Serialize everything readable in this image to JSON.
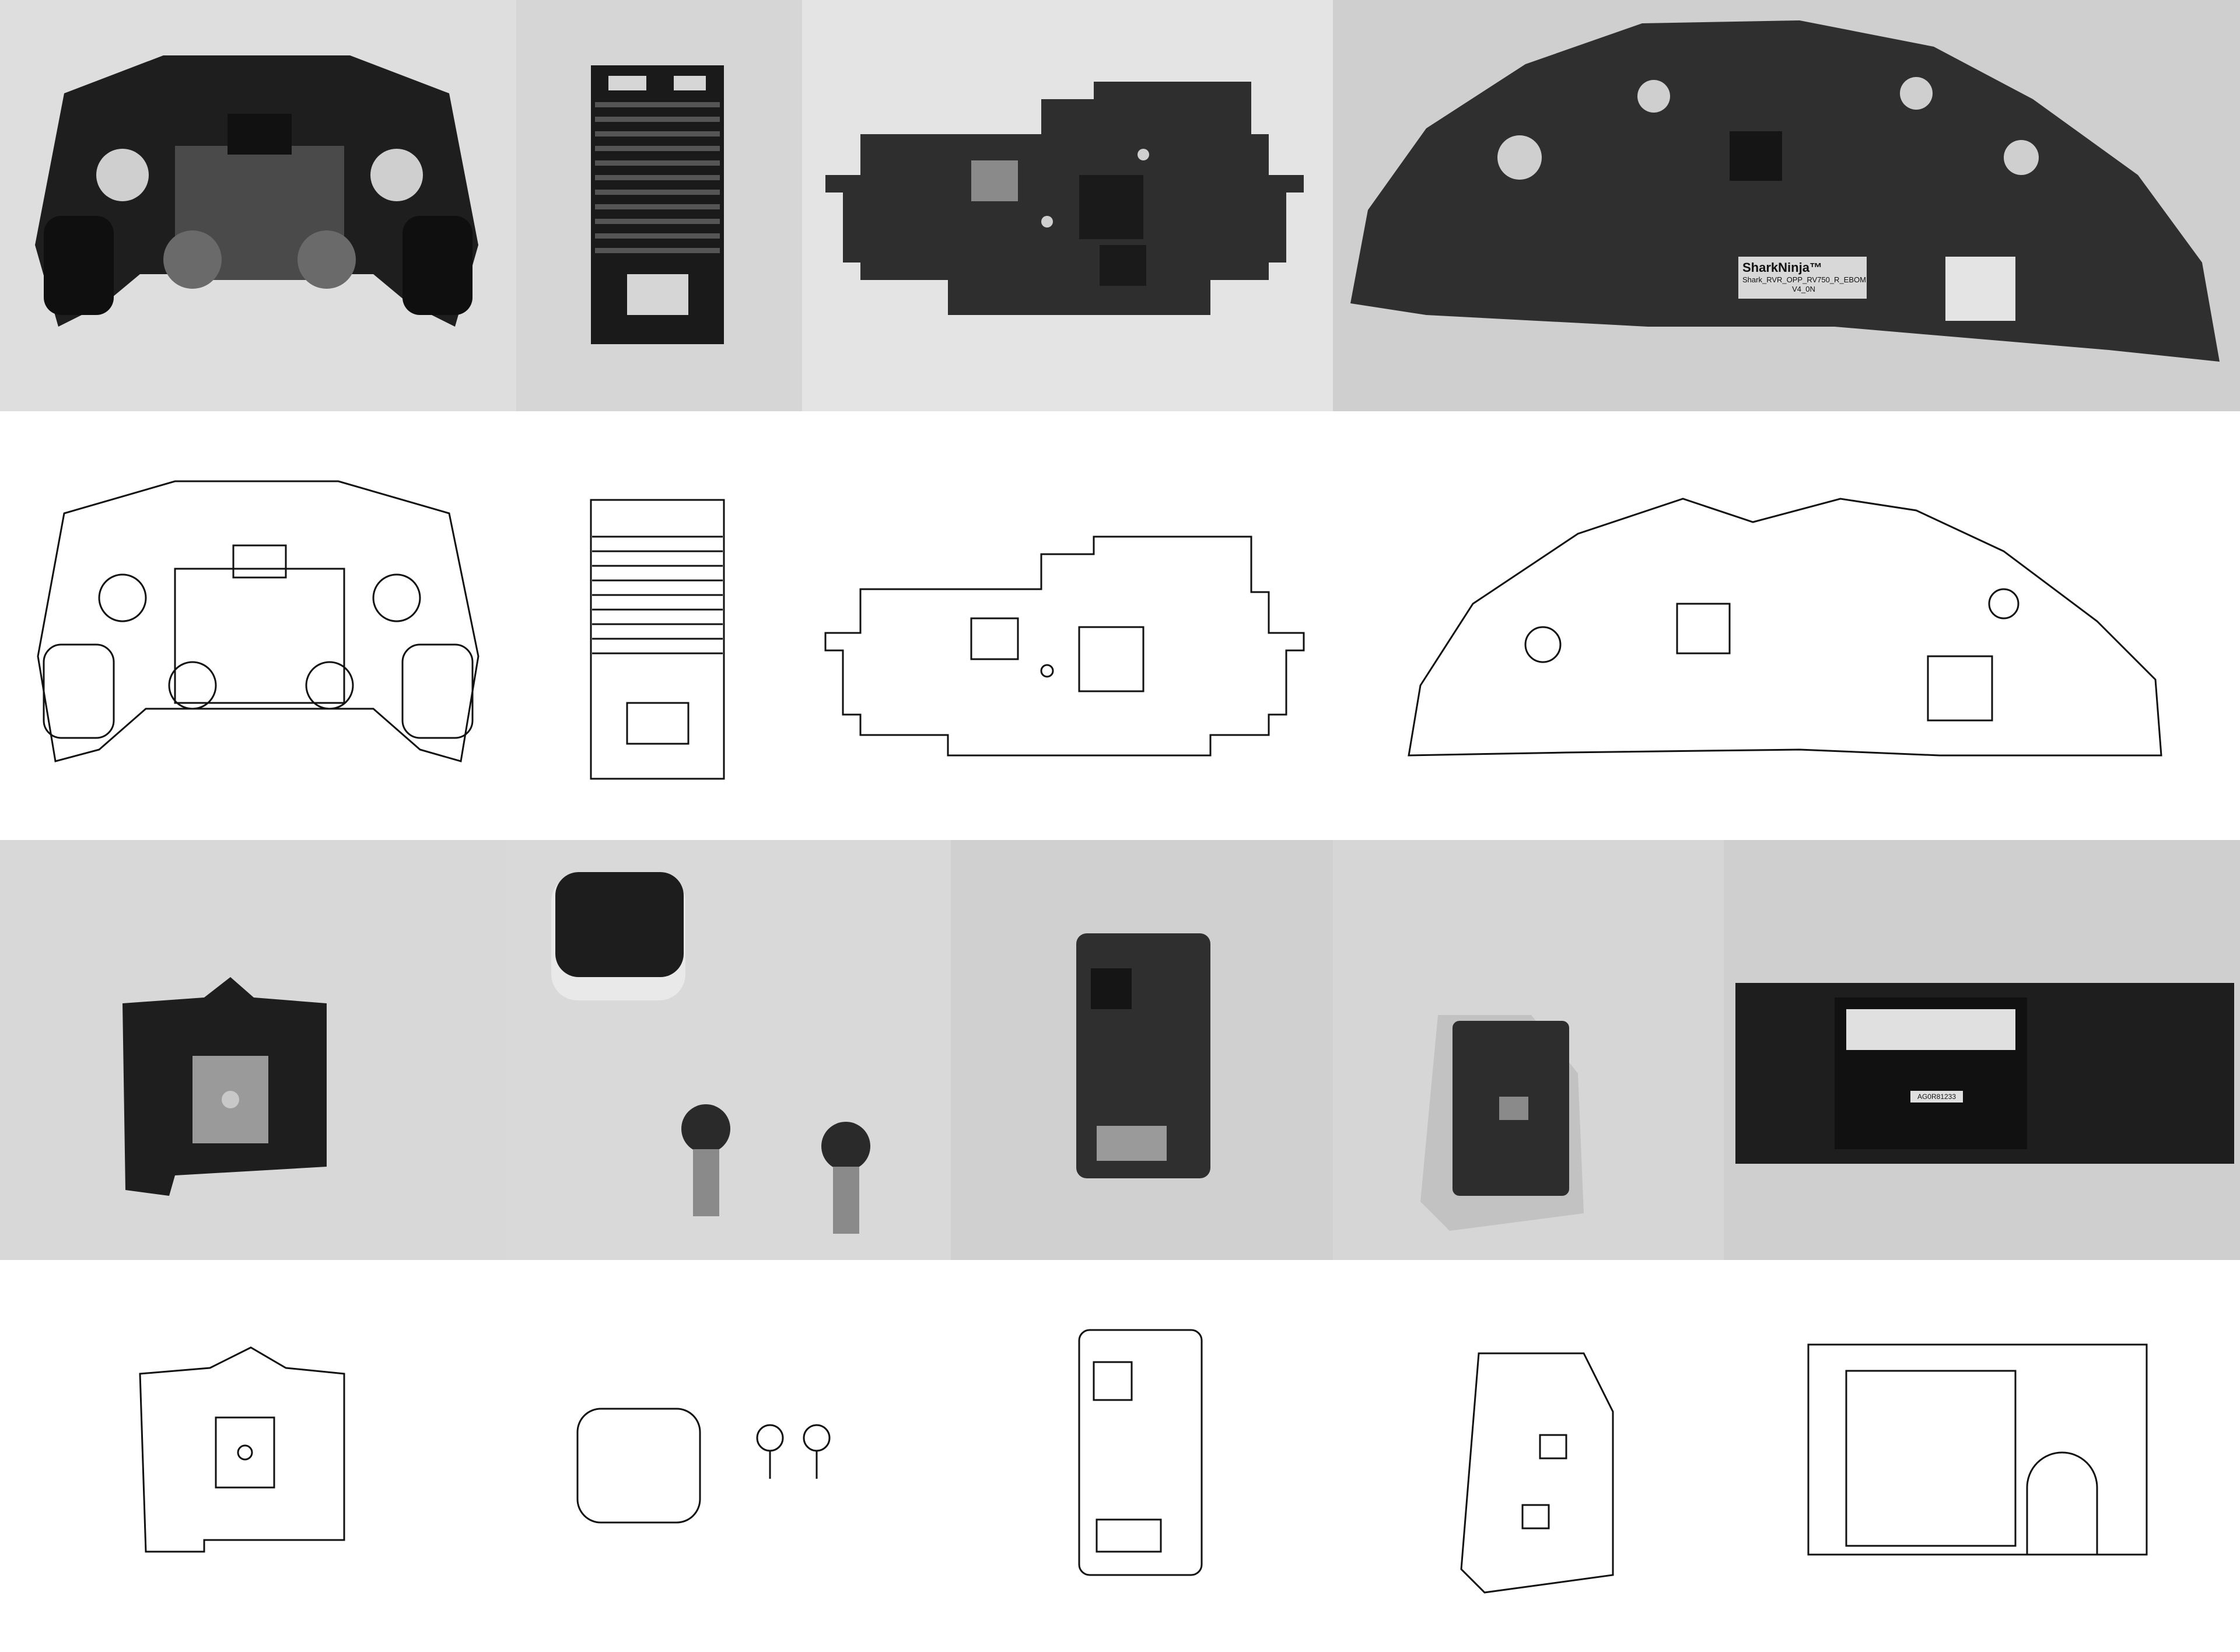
{
  "colors": {
    "background": "#ffffff",
    "photo_backdrop": "#dcdcdc",
    "photo_backdrop_dark": "#c9c9c9",
    "object_dark": "#1a1a1a",
    "pcb": "#3a3a3a",
    "line_art": "#111111"
  },
  "labels": {
    "shark_brand": "SharkNinja™",
    "shark_board_code": "Shark_RVR_OPP_RV750_R_EBOM",
    "shark_board_rev": "V4_0N",
    "battery_serial": "AG0R81233"
  }
}
